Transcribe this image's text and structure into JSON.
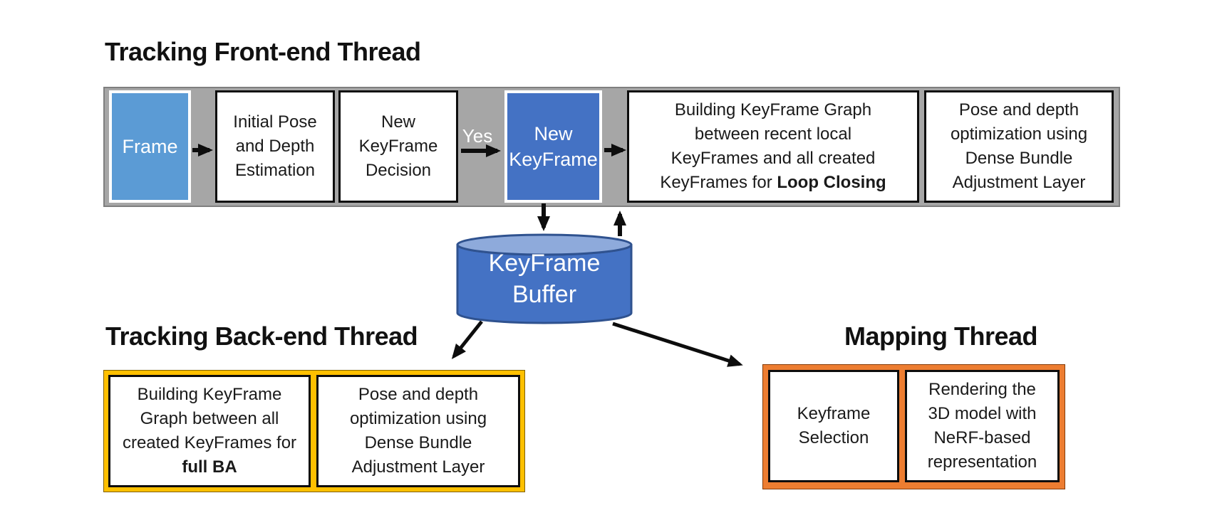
{
  "titles": {
    "frontend": "Tracking Front-end Thread",
    "backend": "Tracking Back-end Thread",
    "mapping": "Mapping Thread"
  },
  "frontend": {
    "frame_label": "Frame",
    "initial_pose": "Initial Pose\nand Depth\nEstimation",
    "new_keyframe_decision": "New\nKeyFrame\nDecision",
    "yes_label": "Yes",
    "new_keyframe": "New\nKeyFrame",
    "keyframe_graph_text": "Building KeyFrame Graph\nbetween recent local\nKeyFrames and all created\nKeyFrames for ",
    "keyframe_graph_bold": "Loop Closing",
    "pose_depth_optimization": "Pose and depth\noptimization using\nDense Bundle\nAdjustment Layer"
  },
  "keyframe_buffer": {
    "label": "KeyFrame\nBuffer"
  },
  "backend": {
    "keyframe_graph_text": "Building KeyFrame\nGraph between all\ncreated KeyFrames for\n",
    "keyframe_graph_bold": "full BA",
    "pose_depth_optimization": "Pose and depth\noptimization using\nDense Bundle\nAdjustment Layer"
  },
  "mapping": {
    "keyframe_selection": "Keyframe\nSelection",
    "rendering": "Rendering the\n3D model with\nNeRF-based\nrepresentation"
  },
  "colors": {
    "frame_blue": "#5B9BD5",
    "keyframe_blue": "#4472C4",
    "buffer_body": "#4472C4",
    "buffer_top": "#8EAADB",
    "buffer_outline": "#2F528F",
    "thread_gray": "#A6A6A6",
    "backend_gold": "#FFC000",
    "mapping_orange": "#ED7D31",
    "arrow_black": "#0D0D0D"
  }
}
